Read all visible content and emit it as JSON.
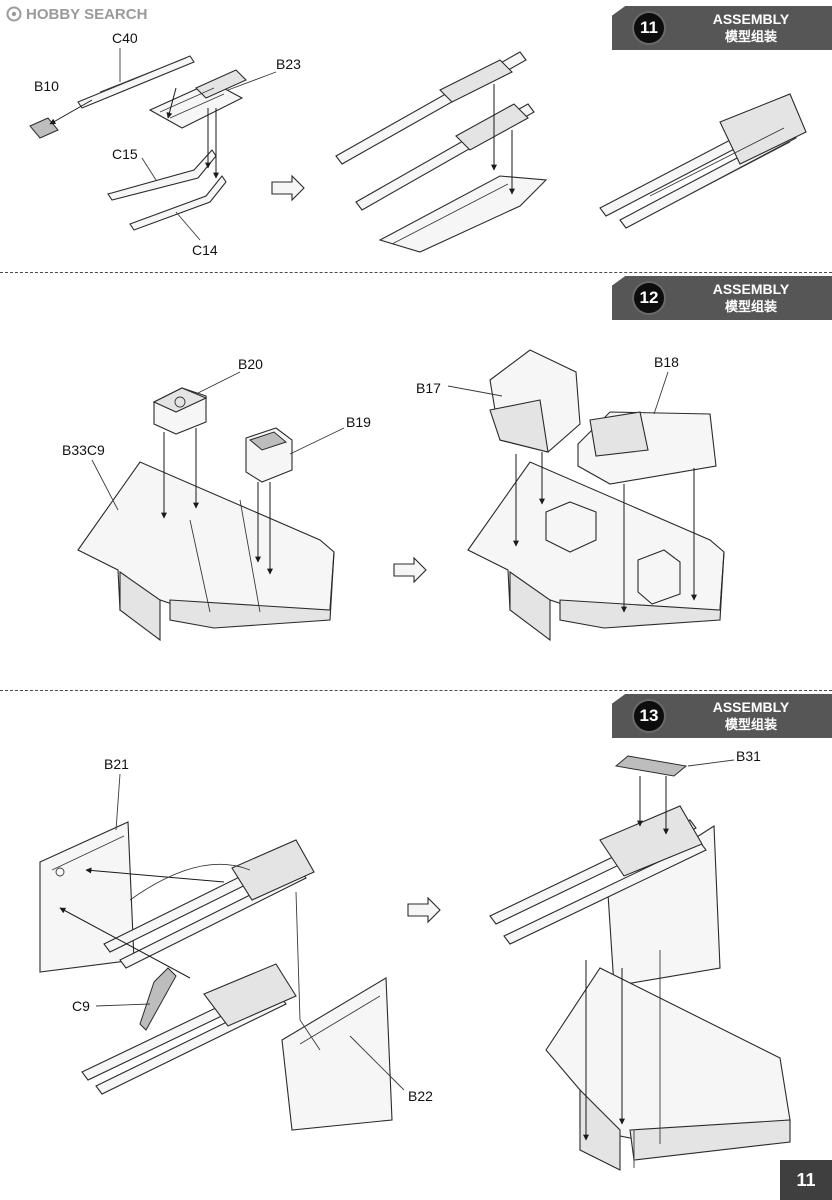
{
  "watermark": {
    "text": "HOBBY SEARCH"
  },
  "steps": [
    {
      "number": "11",
      "title": "ASSEMBLY",
      "subtitle": "模型组装"
    },
    {
      "number": "12",
      "title": "ASSEMBLY",
      "subtitle": "模型组装"
    },
    {
      "number": "13",
      "title": "ASSEMBLY",
      "subtitle": "模型组装"
    }
  ],
  "step11": {
    "labels": [
      "C40",
      "B10",
      "B23",
      "C15",
      "C14"
    ]
  },
  "step12": {
    "labels": [
      "B20",
      "B19",
      "B33C9",
      "B17",
      "B18"
    ]
  },
  "step13": {
    "labels": [
      "B21",
      "B31",
      "C9",
      "B22"
    ]
  },
  "page_number": "11"
}
